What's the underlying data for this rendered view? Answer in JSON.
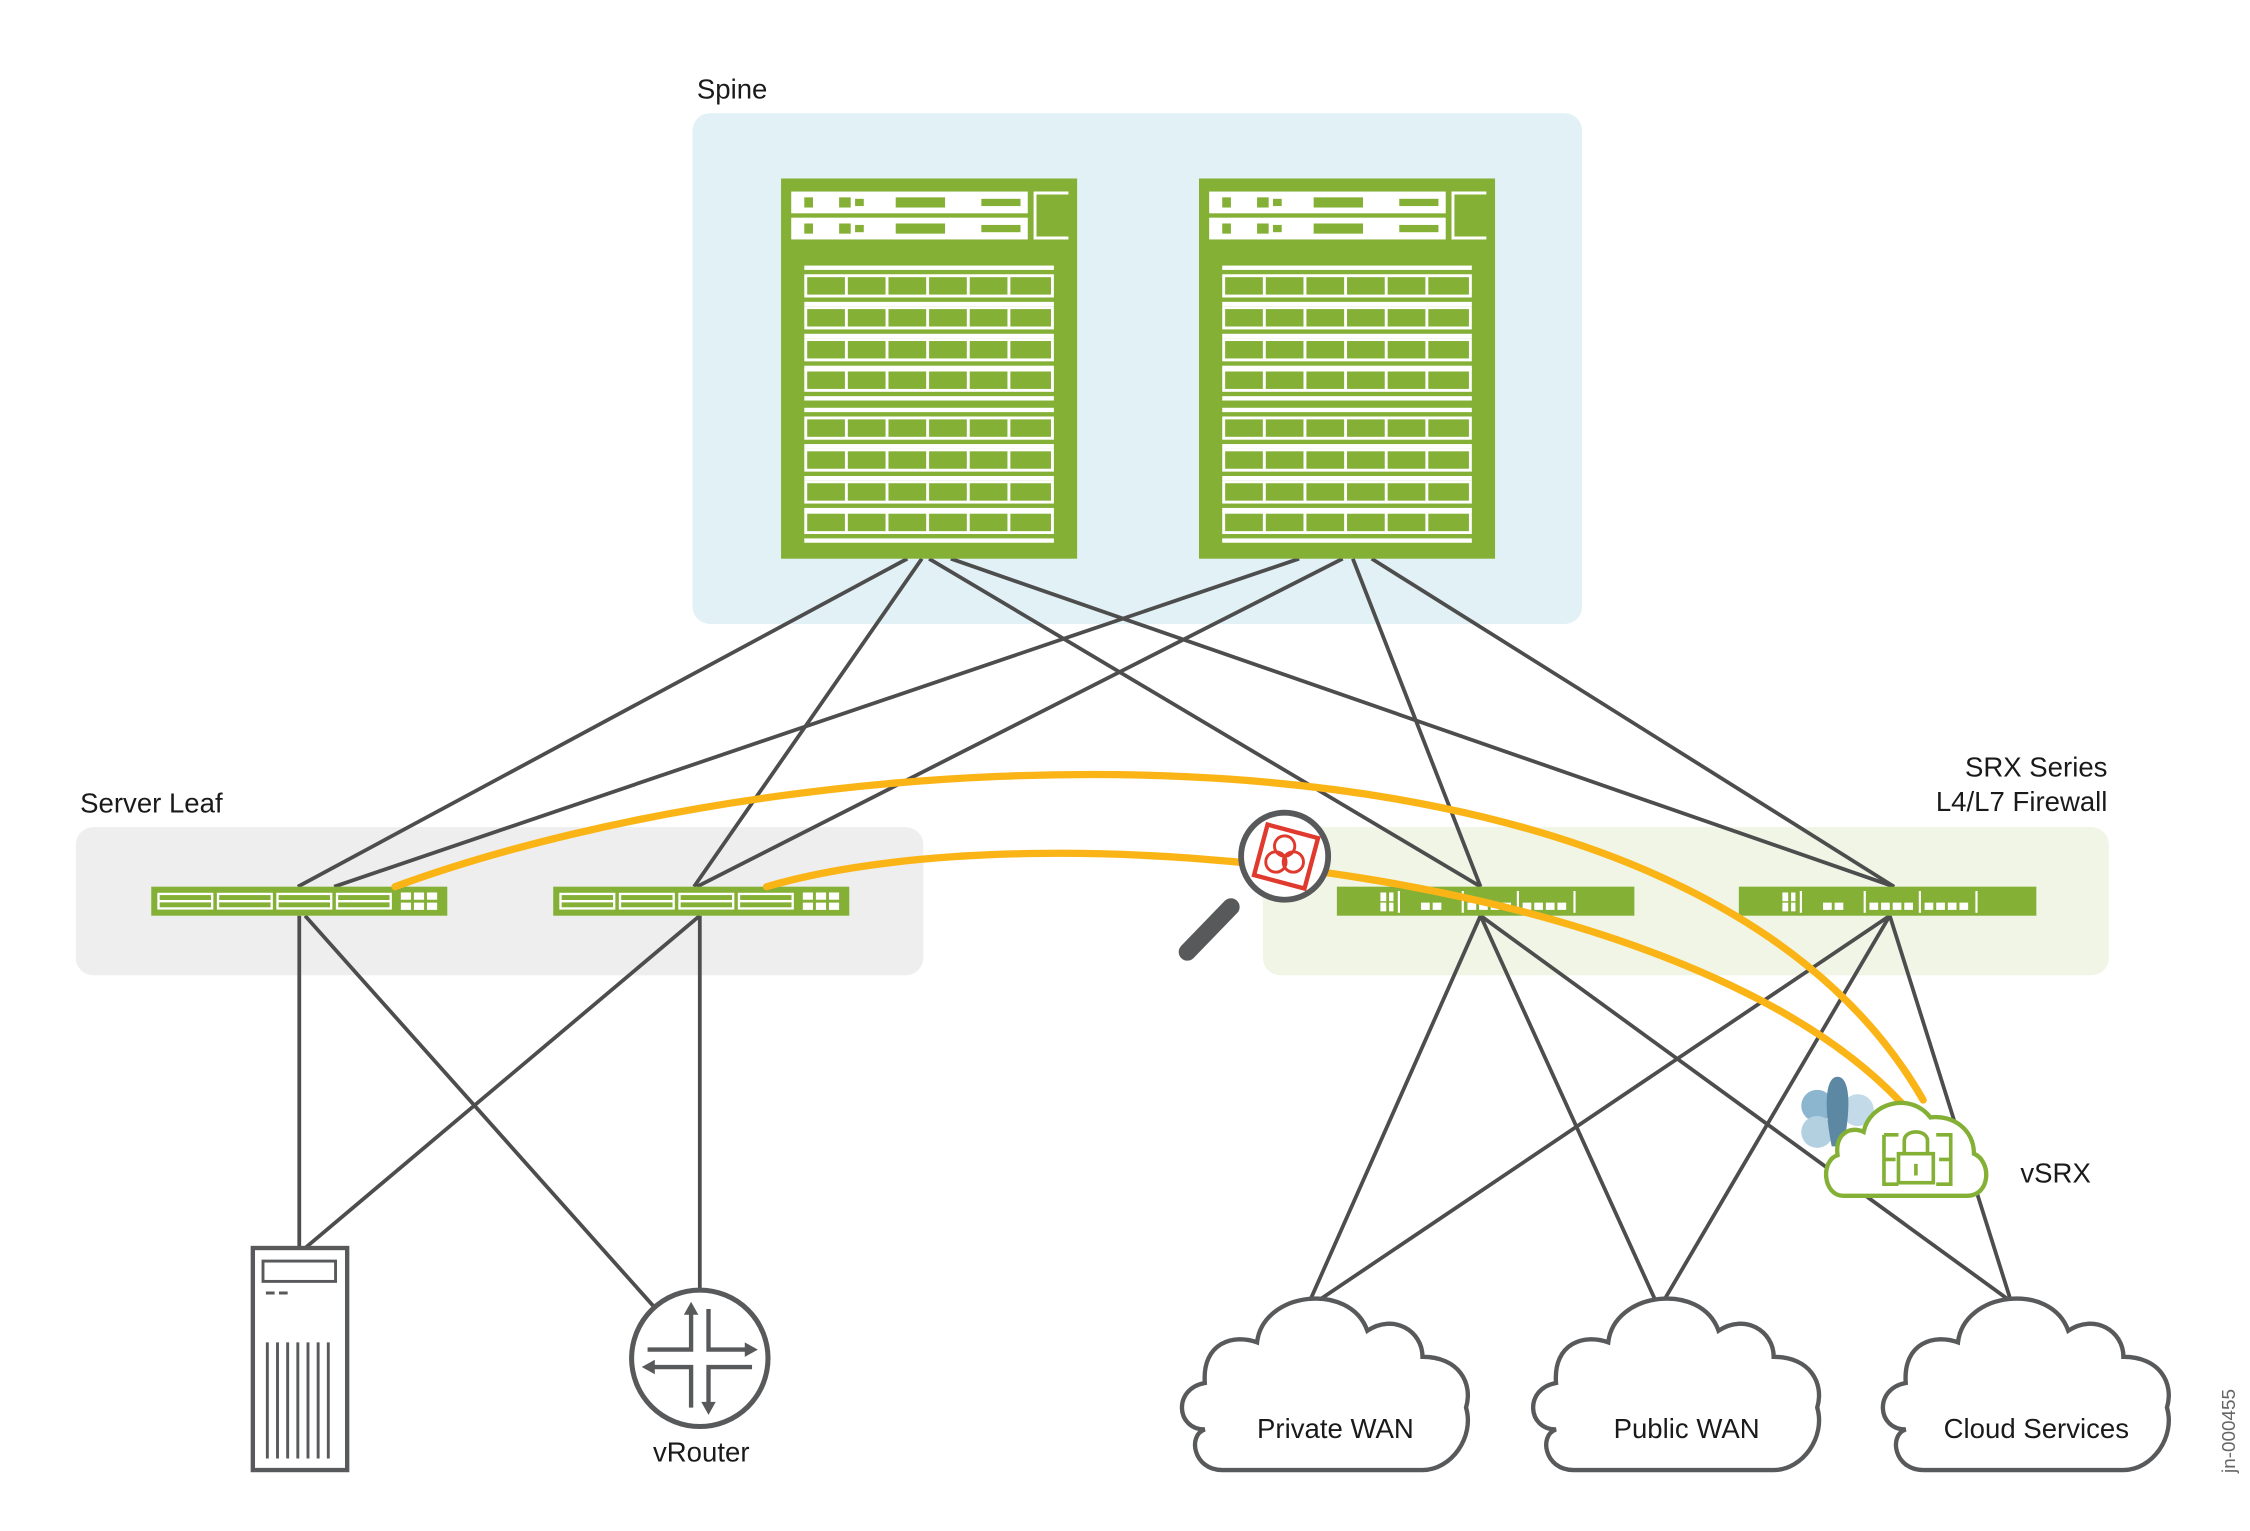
{
  "groups": {
    "spine": "Spine",
    "server_leaf": "Server Leaf",
    "srx_line1": "SRX Series",
    "srx_line2": "L4/L7 Firewall"
  },
  "nodes": {
    "vsrx": "vSRX",
    "vrouter": "vRouter",
    "private_wan": "Private WAN",
    "public_wan": "Public WAN",
    "cloud_services": "Cloud Services"
  },
  "figure_id": "jn-000455",
  "colors": {
    "device_green": "#84b036",
    "traffic_orange": "#fbb416",
    "link_gray": "#4d4d4d",
    "spine_bg": "#e2f1f5",
    "leaf_bg": "#eeeeee",
    "srx_bg": "#f0f5e6",
    "threat_red": "#e03a2f"
  },
  "icons": [
    "switch-chassis-icon",
    "leaf-switch-icon",
    "firewall-icon",
    "magnifier-biohazard-icon",
    "vsrx-cloud-lock-icon",
    "server-icon",
    "router-icon",
    "cloud-icon"
  ]
}
